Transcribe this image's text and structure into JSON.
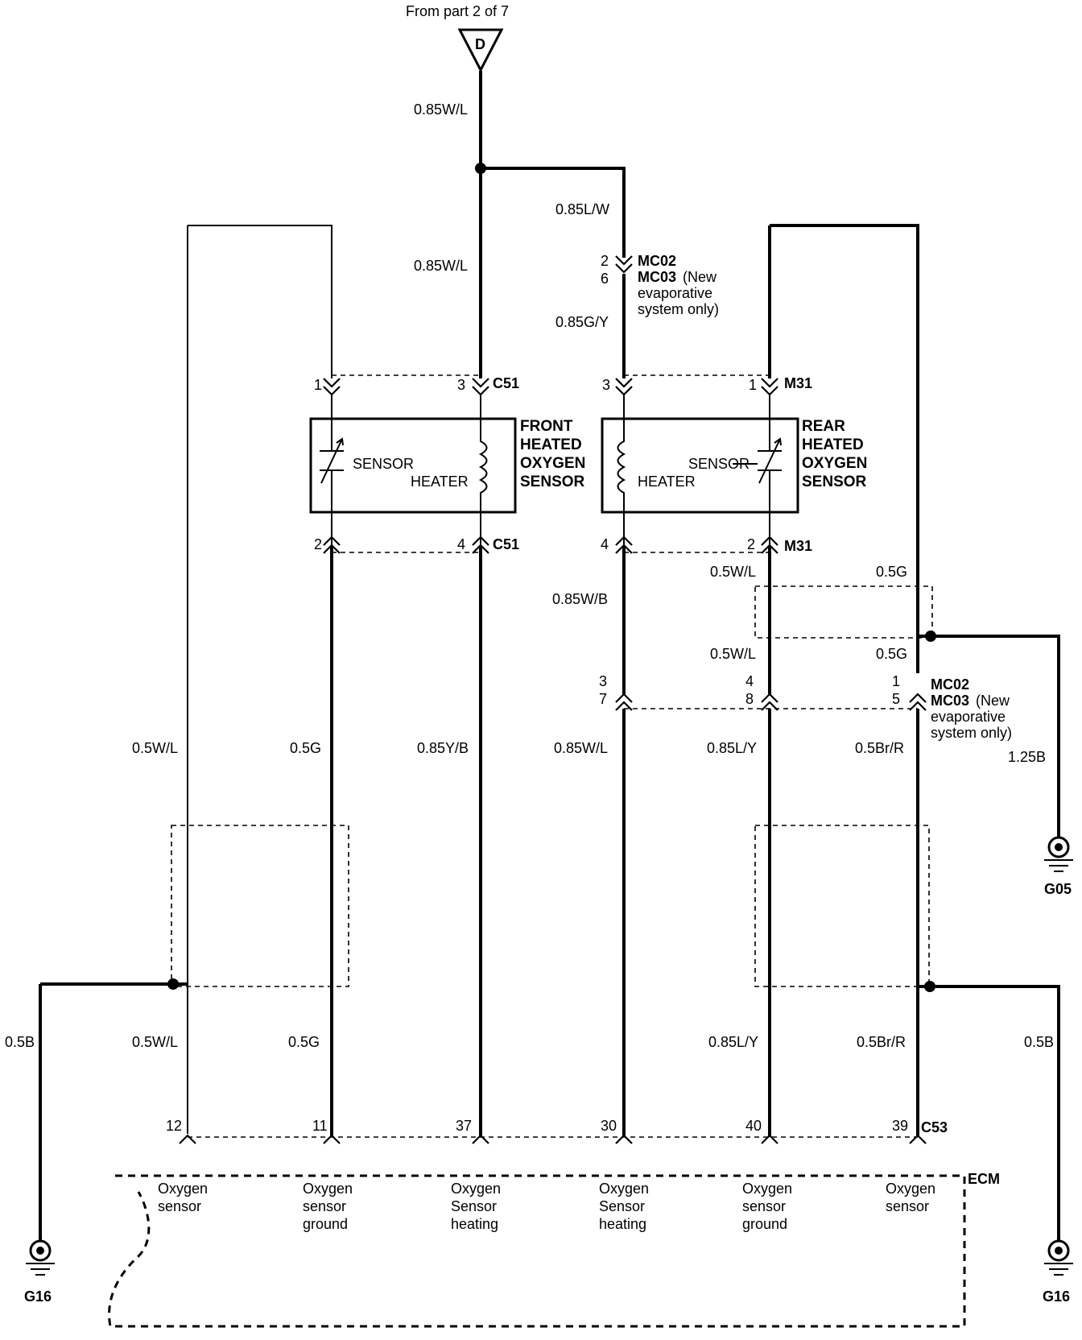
{
  "header": {
    "from_label": "From  part 2 of 7",
    "connector_letter": "D"
  },
  "wires": {
    "top_main": "0.85W/L",
    "top_right": "0.85L/W",
    "mid_main": "0.85W/L",
    "mc_lower": "0.85G/Y",
    "w_085wb": "0.85W/B",
    "r_05wl_a": "0.5W/L",
    "r_05g_a": "0.5G",
    "r_05wl_b": "0.5W/L",
    "r_05g_b": "0.5G",
    "g05_wire": "1.25B",
    "row1": [
      "0.5W/L",
      "0.5G",
      "0.85Y/B",
      "0.85W/L",
      "0.85L/Y",
      "0.5Br/R"
    ],
    "row2": [
      "0.5B",
      "0.5W/L",
      "0.5G",
      "0.85L/Y",
      "0.5Br/R",
      "0.5B"
    ]
  },
  "connectors": {
    "mc_top_pins": [
      "2",
      "6"
    ],
    "mc_top_names": [
      "MC02",
      "MC03"
    ],
    "mc_top_note": [
      "(New",
      "evaporative",
      "system only)"
    ],
    "c51": "C51",
    "m31": "M31",
    "c51_top_pins": [
      "1",
      "3"
    ],
    "c51_bottom_pins": [
      "2",
      "4"
    ],
    "m31_top_pins": [
      "3",
      "1"
    ],
    "m31_bottom_pins": [
      "4",
      "2"
    ],
    "mc_low_pins_top": [
      "3",
      "4",
      "1"
    ],
    "mc_low_pins_bottom": [
      "7",
      "8",
      "5"
    ],
    "mc_low_names": [
      "MC02",
      "MC03"
    ],
    "mc_low_note": [
      "(New",
      "evaporative",
      "system only)"
    ],
    "c53": "C53",
    "ecm_pins": [
      "12",
      "11",
      "37",
      "30",
      "40",
      "39"
    ]
  },
  "components": {
    "front": {
      "title": [
        "FRONT",
        "HEATED",
        "OXYGEN",
        "SENSOR"
      ],
      "sensor": "SENSOR",
      "heater": "HEATER"
    },
    "rear": {
      "title": [
        "REAR",
        "HEATED",
        "OXYGEN",
        "SENSOR"
      ],
      "sensor": "SENSOR",
      "heater": "HEATER"
    }
  },
  "ecm": {
    "label": "ECM",
    "functions": [
      [
        "Oxygen",
        "sensor"
      ],
      [
        "Oxygen",
        "sensor",
        "ground"
      ],
      [
        "Oxygen",
        "Sensor",
        "heating"
      ],
      [
        "Oxygen",
        "Sensor",
        "heating"
      ],
      [
        "Oxygen",
        "sensor",
        "ground"
      ],
      [
        "Oxygen",
        "sensor"
      ]
    ]
  },
  "grounds": {
    "left": "G16",
    "right": "G16",
    "g05": "G05"
  }
}
